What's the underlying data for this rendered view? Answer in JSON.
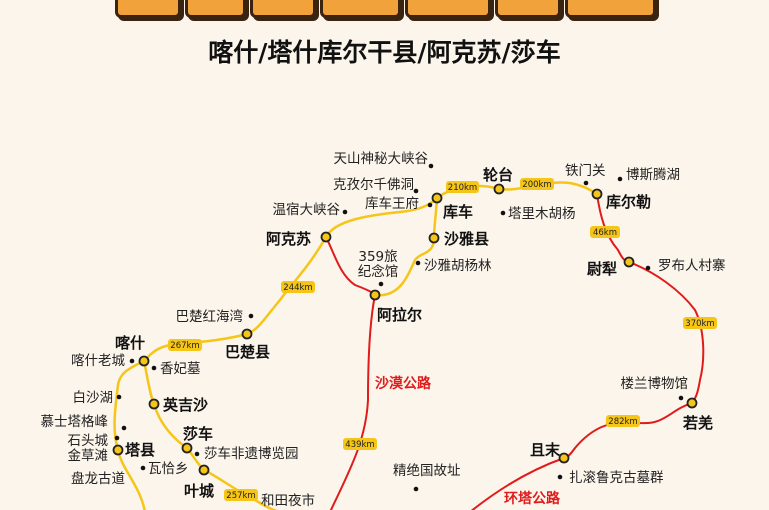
{
  "header": {
    "subtitle": "喀什/塔什库尔干县/阿克苏/莎车"
  },
  "colors": {
    "background": "#fcf5ec",
    "yellow_route": "#f5c518",
    "red_route": "#e01b1b",
    "title_orange": "#f2a23a"
  },
  "cities": [
    {
      "id": "kuqa",
      "name": "库车"
    },
    {
      "id": "luntai",
      "name": "轮台"
    },
    {
      "id": "korla",
      "name": "库尔勒"
    },
    {
      "id": "yuli",
      "name": "尉犁"
    },
    {
      "id": "ruoqiang",
      "name": "若羌"
    },
    {
      "id": "qiemo",
      "name": "且末"
    },
    {
      "id": "aksu",
      "name": "阿克苏"
    },
    {
      "id": "shaya",
      "name": "沙雅县"
    },
    {
      "id": "alar",
      "name": "阿拉尔"
    },
    {
      "id": "bachu",
      "name": "巴楚县"
    },
    {
      "id": "kashgar",
      "name": "喀什"
    },
    {
      "id": "yengisar",
      "name": "英吉沙"
    },
    {
      "id": "shache",
      "name": "莎车"
    },
    {
      "id": "taxian",
      "name": "塔县"
    },
    {
      "id": "yecheng",
      "name": "叶城"
    }
  ],
  "attractions": [
    {
      "name": "天山神秘大峡谷"
    },
    {
      "name": "克孜尔千佛洞"
    },
    {
      "name": "库车王府"
    },
    {
      "name": "温宿大峡谷"
    },
    {
      "name": "铁门关"
    },
    {
      "name": "博斯腾湖"
    },
    {
      "name": "塔里木胡杨"
    },
    {
      "name": "罗布人村寨"
    },
    {
      "name_line1": "359旅",
      "name_line2": "纪念馆"
    },
    {
      "name": "沙雅胡杨林"
    },
    {
      "name": "巴楚红海湾"
    },
    {
      "name": "喀什老城"
    },
    {
      "name": "香妃墓"
    },
    {
      "name": "白沙湖"
    },
    {
      "name": "慕士塔格峰"
    },
    {
      "name": "石头城"
    },
    {
      "name": "金草滩"
    },
    {
      "name": "瓦恰乡"
    },
    {
      "name": "盘龙古道"
    },
    {
      "name": "莎车非遗博览园"
    },
    {
      "name": "和田夜市"
    },
    {
      "name": "楼兰博物馆"
    },
    {
      "name": "扎滚鲁克古墓群"
    },
    {
      "name": "精绝国故址"
    }
  ],
  "roads": {
    "desert": "沙漠公路",
    "ring": "环塔公路"
  },
  "distances": {
    "kuqa_luntai": "210km",
    "luntai_korla": "200km",
    "korla_yuli": "46km",
    "yuli_ruoqiang": "370km",
    "ruoqiang_qiemo": "282km",
    "desert_road": "439km",
    "aksu_bachu": "244km",
    "bachu_kashgar": "267km",
    "yecheng_hotan": "257km"
  }
}
